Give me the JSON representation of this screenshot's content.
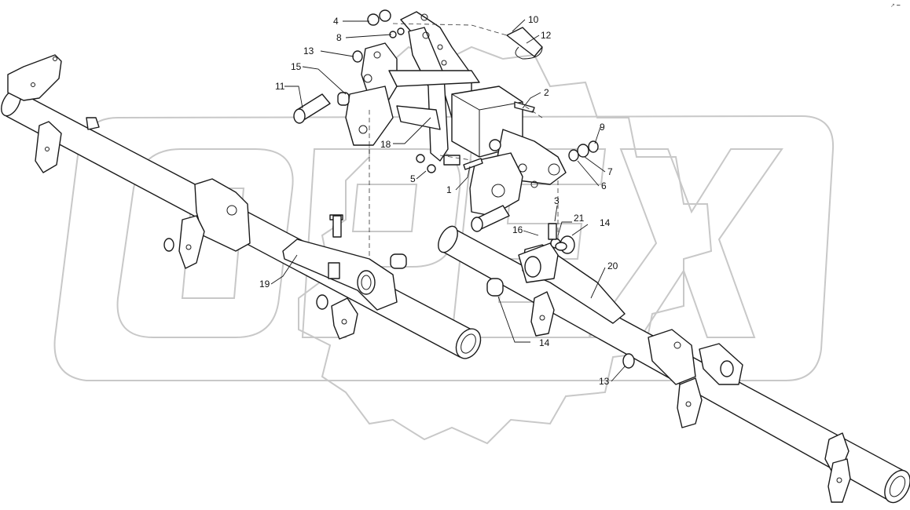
{
  "diagram": {
    "watermark_text": "OPEX",
    "corner_mark": "↗ ━",
    "callouts": [
      {
        "id": "c4",
        "label": "4"
      },
      {
        "id": "c8",
        "label": "8"
      },
      {
        "id": "c13a",
        "label": "13"
      },
      {
        "id": "c15",
        "label": "15"
      },
      {
        "id": "c11",
        "label": "11"
      },
      {
        "id": "c10",
        "label": "10"
      },
      {
        "id": "c12",
        "label": "12"
      },
      {
        "id": "c2",
        "label": "2"
      },
      {
        "id": "c9",
        "label": "9"
      },
      {
        "id": "c7",
        "label": "7"
      },
      {
        "id": "c6",
        "label": "6"
      },
      {
        "id": "c18",
        "label": "18"
      },
      {
        "id": "c5",
        "label": "5"
      },
      {
        "id": "c1",
        "label": "1"
      },
      {
        "id": "c3",
        "label": "3"
      },
      {
        "id": "c21",
        "label": "21"
      },
      {
        "id": "c16",
        "label": "16"
      },
      {
        "id": "c14a",
        "label": "14"
      },
      {
        "id": "c19",
        "label": "19"
      },
      {
        "id": "c20",
        "label": "20"
      },
      {
        "id": "c14b",
        "label": "14"
      },
      {
        "id": "c13b",
        "label": "13"
      }
    ]
  }
}
